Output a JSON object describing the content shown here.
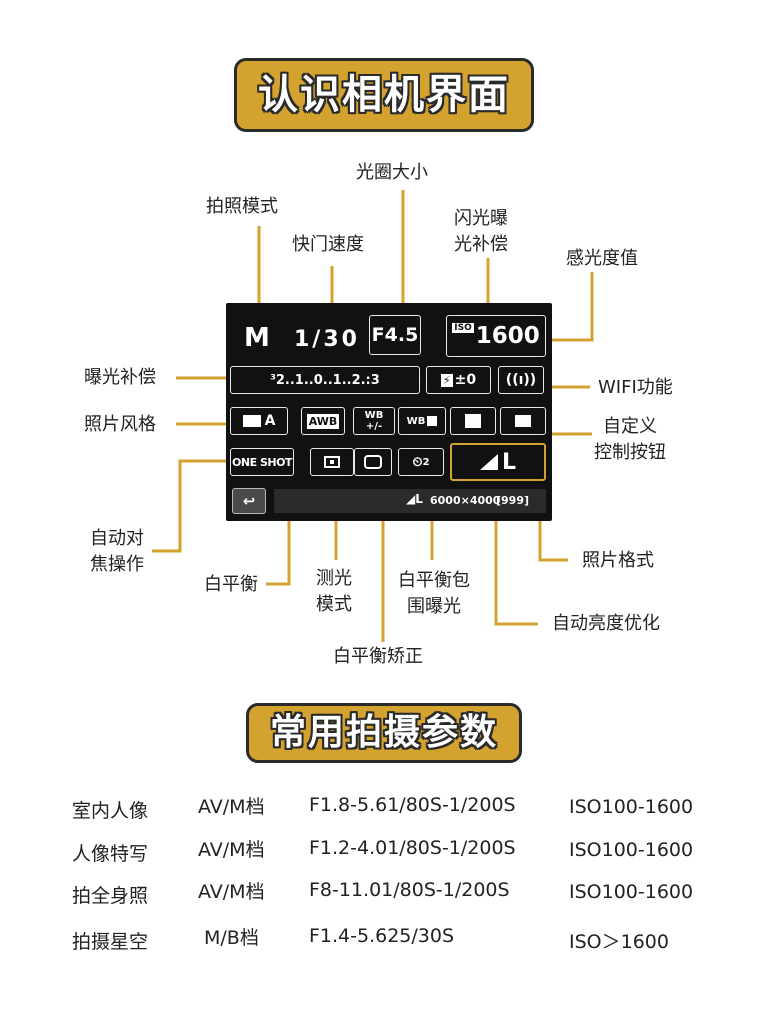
{
  "titles": {
    "camera_interface": "认识相机界面",
    "common_params": "常用拍摄参数"
  },
  "screen": {
    "mode": "M",
    "shutter": "1/30",
    "aperture": "F4.5",
    "iso_tag": "ISO",
    "iso": "1600",
    "exposure_scale": "³2..1..0..1..2.:3",
    "flash_comp": "±0",
    "wifi_icon": "wifi-icon",
    "picture_style": "A",
    "awb": "AWB",
    "wb_shift_top": "WB",
    "wb_shift_bottom": "+/-",
    "wb_bracket": "WB",
    "af_mode": "ONE SHOT",
    "drive": "2",
    "quality": "L",
    "back_icon": "back-arrow-icon",
    "resolution": "6000×4000",
    "shots": "[999]",
    "quality_small": "L"
  },
  "labels": {
    "aperture_size": "光圈大小",
    "shooting_mode": "拍照模式",
    "shutter_speed": "快门速度",
    "flash_comp_top": "闪光曝",
    "flash_comp_bottom": "光补偿",
    "iso_value": "感光度值",
    "exposure_comp": "曝光补偿",
    "wifi": "WIFI功能",
    "picture_style": "照片风格",
    "custom_top": "自定义",
    "custom_bottom": "控制按钮",
    "af_top": "自动对",
    "af_bottom": "焦操作",
    "white_balance": "白平衡",
    "metering_top": "测光",
    "metering_bottom": "模式",
    "wb_bracket_top": "白平衡包",
    "wb_bracket_bottom": "围曝光",
    "photo_format": "照片格式",
    "auto_lighting": "自动亮度优化",
    "wb_correction": "白平衡矫正"
  },
  "table": {
    "rows": [
      {
        "scene": "室内人像",
        "mode": "AV/M档",
        "setting": "F1.8-5.61/80S-1/200S",
        "iso": "ISO100-1600"
      },
      {
        "scene": "人像特写",
        "mode": "AV/M档",
        "setting": "F1.2-4.01/80S-1/200S",
        "iso": "ISO100-1600"
      },
      {
        "scene": "拍全身照",
        "mode": "AV/M档",
        "setting": "F8-11.01/80S-1/200S",
        "iso": "ISO100-1600"
      },
      {
        "scene": "拍摄星空",
        "mode": "M/B档",
        "setting": "F1.4-5.625/30S",
        "iso": "ISO＞1600"
      }
    ]
  },
  "colors": {
    "accent": "#d4a22f",
    "screen_bg": "#111111",
    "text": "#222222"
  }
}
